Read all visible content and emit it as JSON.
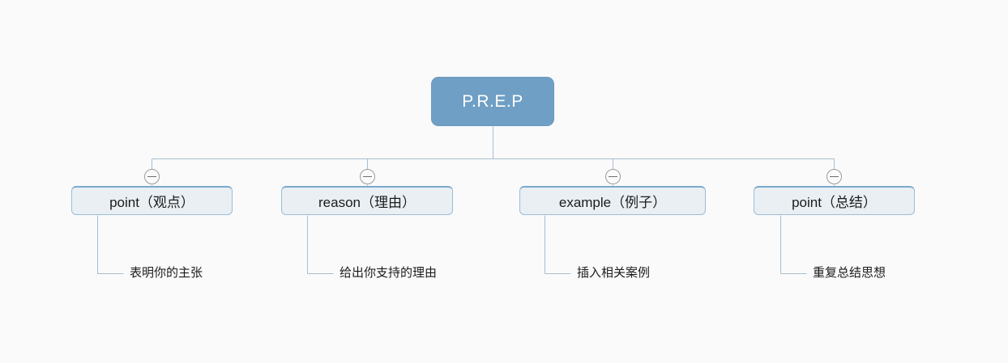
{
  "diagram": {
    "type": "mindmap",
    "background_color": "#fafafa",
    "root": {
      "label": "P.R.E.P",
      "fill_color": "#6f9fc4",
      "text_color": "#ffffff"
    },
    "branch_style": {
      "fill_color": "#e9eff3",
      "border_color": "#9dbdd6",
      "accent_color": "#7aa9cd",
      "text_color": "#1b1b1b",
      "line_color": "#a8bfd0"
    },
    "toggle_icon_name": "collapse-minus-icon",
    "branches": [
      {
        "label": "point（观点）",
        "leaf": "表明你的主张"
      },
      {
        "label": "reason（理由）",
        "leaf": "给出你支持的理由"
      },
      {
        "label": "example（例子）",
        "leaf": "插入相关案例"
      },
      {
        "label": "point（总结）",
        "leaf": "重复总结思想"
      }
    ]
  }
}
